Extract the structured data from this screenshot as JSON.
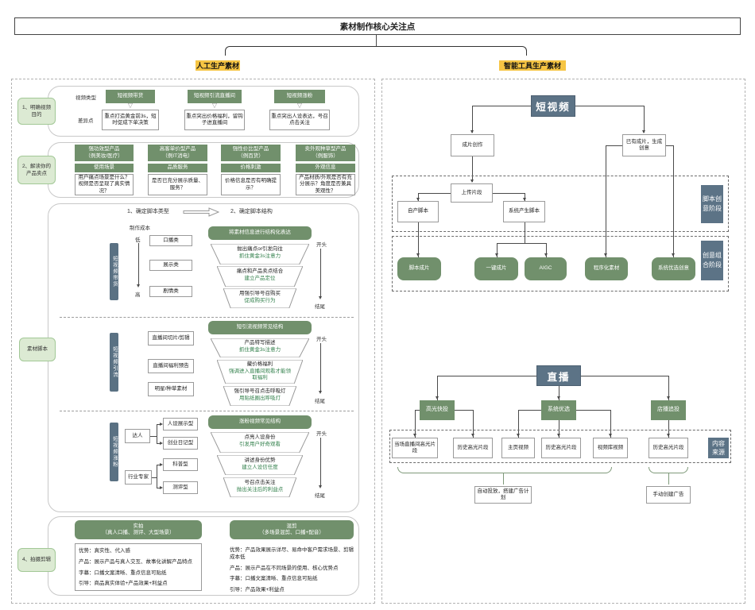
{
  "title": "素材制作核心关注点",
  "branch_left": "人工生产素材",
  "branch_right": "智能工具生产素材",
  "colors": {
    "green": "#71906c",
    "light_green": "#dcead3",
    "slate": "#5c7386",
    "yellow": "#f6c544",
    "funnel_text": "#35824e"
  },
  "L": {
    "s1": {
      "label": "1、明确视频目的",
      "row1": "视频类型",
      "row2": "差异点",
      "types": [
        "短视频带货",
        "短视频引流直播间",
        "短视频涨粉"
      ],
      "diffs": [
        "重点打造黄金前3s，短时促成下单决策",
        "重点突出价格福利，留钩子进直播间",
        "重点突出人设表达，号召点击关注"
      ]
    },
    "s2": {
      "label": "2、解读你的产品卖点",
      "cols": [
        {
          "h": "强功效型产品\n（例美妆/医疗）",
          "p": "使用场景",
          "q": "用户痛点场景是什么？视频是否呈现了真实情况？"
        },
        {
          "h": "高客单价型产品\n（例IT消电）",
          "p": "品质服务",
          "q": "是否已充分展示质量、服务？"
        },
        {
          "h": "强性价比型产品\n（例百货）",
          "p": "价格刺激",
          "q": "价格信息是否有明确提示？"
        },
        {
          "h": "卖外观种草型产品\n（例服饰）",
          "p": "外观信息",
          "q": "产品材质/外观是否有充分展示？角度是否兼具美观性？"
        }
      ]
    },
    "s3": {
      "label": "素材脚本",
      "step1": "1、确定脚本类型",
      "step2": "2、确定脚本结构",
      "cost": "制作成本",
      "low": "低",
      "high": "高",
      "head": "开头",
      "tail": "结尾",
      "g1": {
        "bar": "短视频带货",
        "items": [
          "口播类",
          "展示类",
          "剧情类"
        ],
        "header": "将素材信息进行结构化表达",
        "f": [
          {
            "t": "抛出痛点or引发向往",
            "s": "抓住黄金3s注意力"
          },
          {
            "t": "痛点和产品卖点结合",
            "s": "建立产品定位"
          },
          {
            "t": "用强引导号召购买",
            "s": "促成购买行为"
          }
        ]
      },
      "g2": {
        "bar": "短视频引流",
        "items": [
          "直播间切片/剪辑",
          "直播间福利预告",
          "明星/种草素材"
        ],
        "header": "短引流视频常见结构",
        "f": [
          {
            "t": "产品特写描述",
            "s": "抓住黄金3s注意力"
          },
          {
            "t": "藏价格福利",
            "s": "强调进入直播间观看才能领取福利"
          },
          {
            "t": "强引导号召点击呼吸灯",
            "s": "用贴纸圈出呼吸灯"
          }
        ]
      },
      "g3": {
        "bar": "短视频涨粉",
        "p1": "达人",
        "p1c": [
          "人设展示型",
          "创业日记型"
        ],
        "p2": "行业专家",
        "p2c": [
          "科普型",
          "测评型"
        ],
        "header": "涨粉视频常见结构",
        "f": [
          {
            "t": "点亮人设身份",
            "s": "引发用户好奇观看"
          },
          {
            "t": "讲述身份优势",
            "s": "建立人设信任度"
          },
          {
            "t": "号召点击关注",
            "s": "抛出关注后的利益点"
          }
        ]
      }
    },
    "s4": {
      "label": "4、拍摄剪辑",
      "cols": [
        {
          "h": "实拍\n（真人口播、测评、大型场景）",
          "lines": [
            "优势：真实性、代入感",
            "产品：展示产品与真人交互、故事化讲解产品特点",
            "字幕：口播文案清晰、重点信息可贴纸",
            "引导：商品真实体验+产品效果+利益点"
          ]
        },
        {
          "h": "混剪\n（多场景混剪、口播+配音）",
          "lines": [
            "优势：产品效果展示详尽、易命中客户需求场景、剪辑成本低",
            "产品：展示产品在不同场景的使用、核心优势点",
            "字幕：口播文案清晰、重点信息可贴纸",
            "引导：产品效果+利益点"
          ]
        }
      ]
    }
  },
  "R": {
    "video": {
      "root": "短视频",
      "make": "成片创作",
      "exist": "已有成片，生成创意",
      "upload": "上传片段",
      "self_script": "自产脚本",
      "sys_script": "系统产生脚本",
      "stage1": "脚本创\n意阶段",
      "stage2": "创意组\n合阶段",
      "outputs": [
        "脚本成片",
        "一键成片",
        "AIGC",
        "程序化素材",
        "系统优选创意"
      ]
    },
    "live": {
      "root": "直播",
      "modes": [
        "高光快投",
        "系统优选",
        "店播追投"
      ],
      "src_label": "内容\n来源",
      "srcs": [
        "当场直播间高光片段",
        "历史高光片段",
        "主页视频",
        "历史高光片段",
        "视频库视频",
        "历史高光片段"
      ],
      "auto": "自动投放，搭建广告计划",
      "manual": "手动创建广告"
    }
  }
}
